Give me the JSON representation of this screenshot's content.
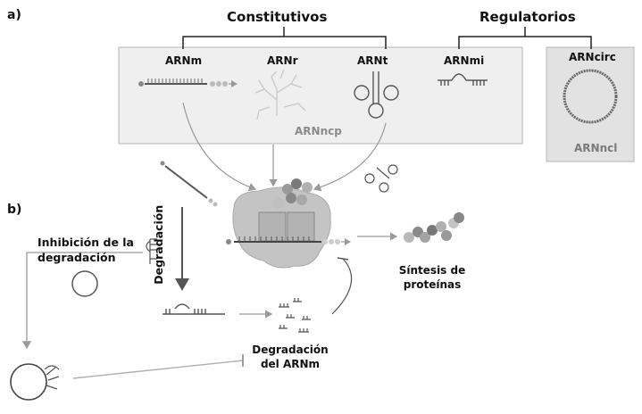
{
  "panels": {
    "a": "a)",
    "b": "b)"
  },
  "groups": {
    "constitutive": "Constitutivos",
    "regulatory": "Regulatorios"
  },
  "rna_types": {
    "mrna": "ARNm",
    "rrna": "ARNr",
    "trna": "ARNt",
    "mirna": "ARNmi",
    "circrna": "ARNcirc",
    "ncp": "ARNncp",
    "ncl": "ARNncl"
  },
  "labels": {
    "inhibition": "Inhibición de la degradación",
    "degradation": "Degradación",
    "mrna_degradation": "Degradación del ARNm",
    "protein_synthesis": "Síntesis de proteínas"
  },
  "colors": {
    "box_fill": "#efefef",
    "box_stroke": "#b5b5b5",
    "ribosome": "#c4c4c4",
    "arrow": "#9a9a9a"
  }
}
